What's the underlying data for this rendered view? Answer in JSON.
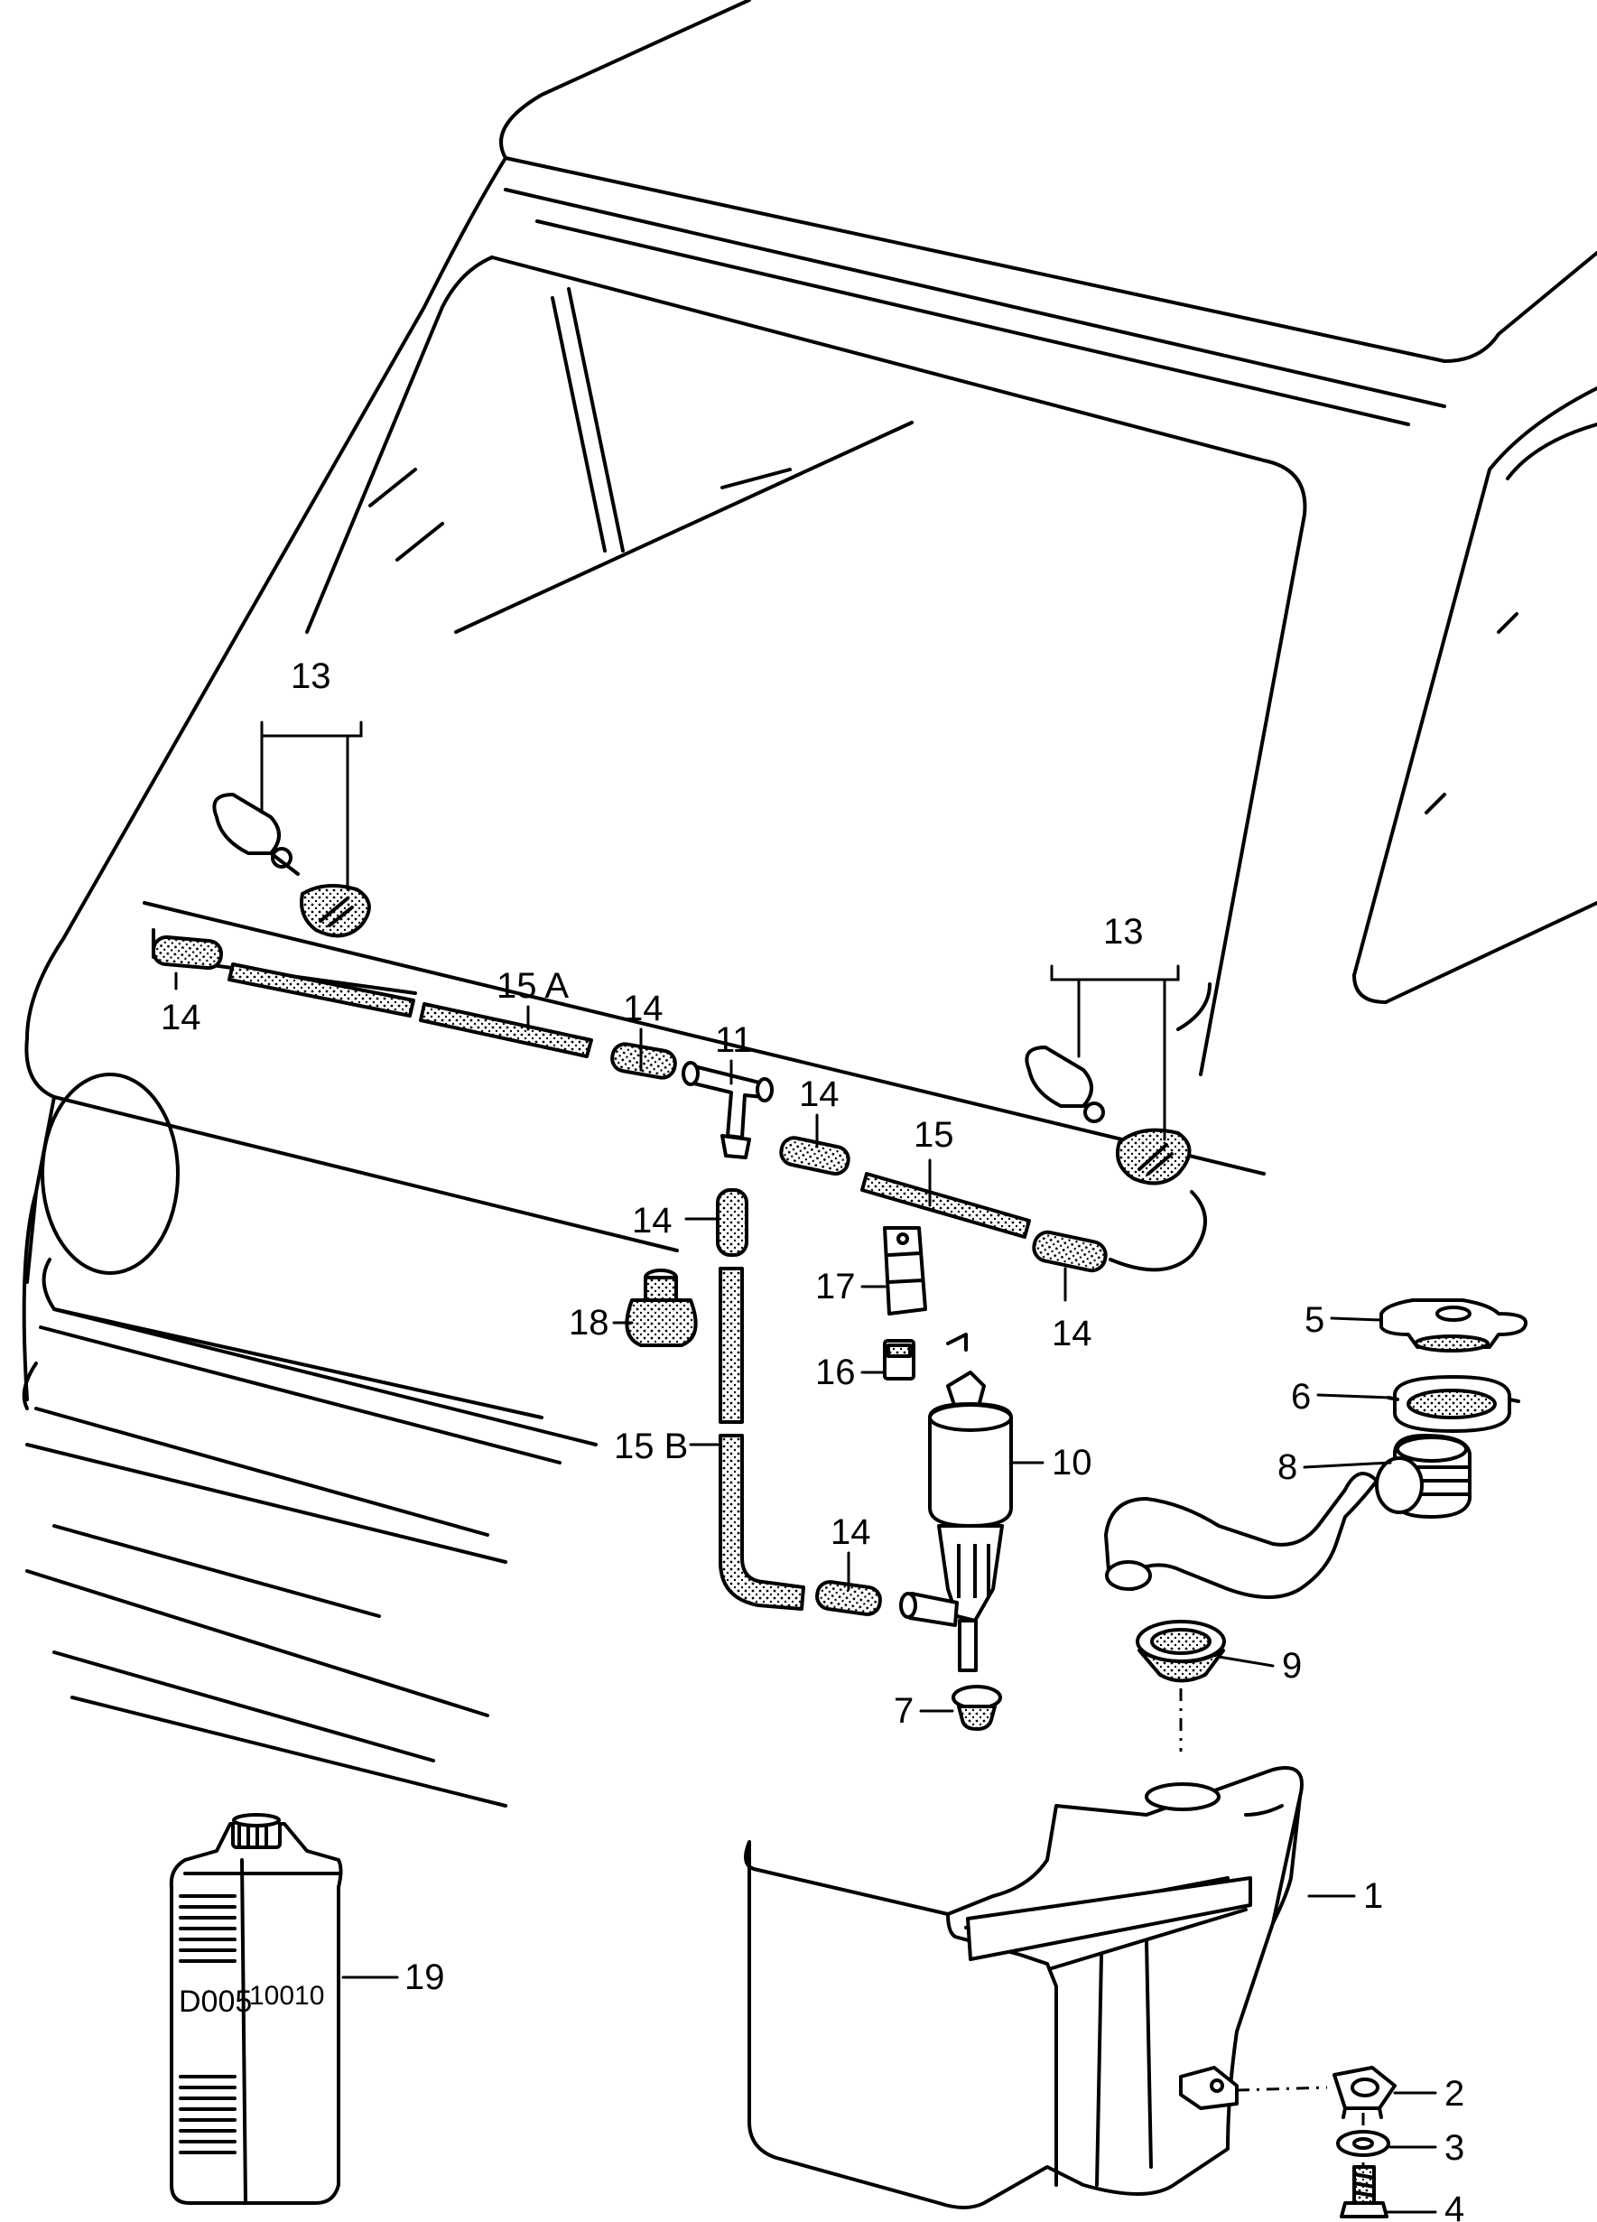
{
  "callouts": {
    "c1": "1",
    "c2": "2",
    "c3": "3",
    "c4": "4",
    "c5": "5",
    "c6": "6",
    "c7": "7",
    "c8": "8",
    "c9": "9",
    "c10": "10",
    "c11": "11",
    "c13_left": "13",
    "c13_right": "13",
    "c14_a": "14",
    "c14_b": "14",
    "c14_c": "14",
    "c14_d": "14",
    "c14_e": "14",
    "c14_f": "14",
    "c15": "15",
    "c15a": "15 A",
    "c15b": "15 B",
    "c16": "16",
    "c17": "17",
    "c18": "18",
    "c19": "19"
  },
  "bottle_label": {
    "code_left": "D005",
    "code_right": "10010"
  }
}
